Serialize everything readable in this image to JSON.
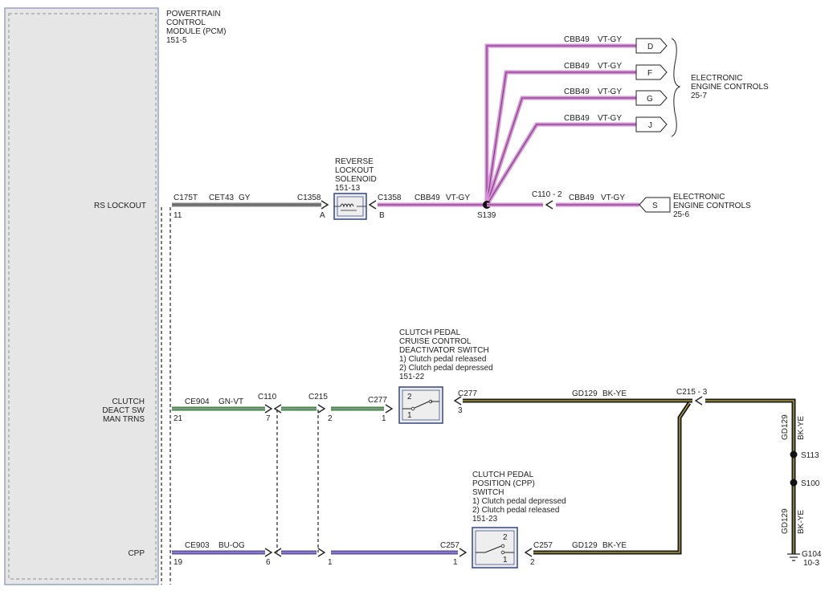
{
  "pcm": {
    "title_lines": [
      "POWERTRAIN",
      "CONTROL",
      "MODULE (PCM)",
      "151-5"
    ],
    "pins": {
      "rs_lockout": "RS LOCKOUT",
      "clutch_lines": [
        "CLUTCH",
        "DEACT SW",
        "MAN TRNS"
      ],
      "cpp": "CPP"
    }
  },
  "rs_lockout_circuit": {
    "pcm_connector": "C175T",
    "pcm_pin": "11",
    "wire": "CET43",
    "wire_color": "GY",
    "solenoid_conn_a": "C1358",
    "pin_a": "A",
    "solenoid_title_lines": [
      "REVERSE",
      "LOCKOUT",
      "SOLENOID",
      "151-13"
    ],
    "solenoid_conn_b": "C1358",
    "pin_b": "B",
    "wire_b": "CBB49",
    "wire_b_color": "VT-GY",
    "splice": "S139",
    "inline_connector": "C110 - 2",
    "wire_s": "CBB49",
    "wire_s_color": "VT-GY",
    "connector_s": "S",
    "eec_s_lines": [
      "ELECTRONIC",
      "ENGINE CONTROLS",
      "25-6"
    ]
  },
  "eec_branches": [
    {
      "wire": "CBB49",
      "color": "VT-GY",
      "pin": "D"
    },
    {
      "wire": "CBB49",
      "color": "VT-GY",
      "pin": "F"
    },
    {
      "wire": "CBB49",
      "color": "VT-GY",
      "pin": "G"
    },
    {
      "wire": "CBB49",
      "color": "VT-GY",
      "pin": "J"
    }
  ],
  "eec_top_lines": [
    "ELECTRONIC",
    "ENGINE CONTROLS",
    "25-7"
  ],
  "clutch_circuit": {
    "wire": "CE904",
    "wire_color": "GN-VT",
    "pcm_pin": "21",
    "c110": "C110",
    "c110_pin": "7",
    "c215": "C215",
    "c215_pin": "2",
    "c277": "C277",
    "c277_pin": "1",
    "switch_title_lines": [
      "CLUTCH PEDAL",
      "CRUISE CONTROL",
      "DEACTIVATOR SWITCH",
      "1) Clutch pedal released",
      "2) Clutch pedal depressed",
      "151-22"
    ],
    "switch_pos_2": "2",
    "switch_pos_1": "1",
    "c277_out": "C277",
    "c277_out_pin": "3",
    "ground_wire": "GD129",
    "ground_color": "BK-YE",
    "c215_3": "C215  -  3"
  },
  "cpp_circuit": {
    "wire": "CE903",
    "wire_color": "BU-OG",
    "pcm_pin": "19",
    "c110_pin": "6",
    "c215_pin": "1",
    "c257": "C257",
    "c257_pin": "1",
    "switch_title_lines": [
      "CLUTCH PEDAL",
      "POSITION (CPP)",
      "SWITCH",
      "1) Clutch pedal depressed",
      "2) Clutch pedal released",
      "151-23"
    ],
    "switch_pos_2": "2",
    "switch_pos_1": "1",
    "c257_out": "C257",
    "c257_out_pin": "2",
    "ground_wire": "GD129",
    "ground_color": "BK-YE"
  },
  "ground": {
    "vert_wire_top": "GD129",
    "vert_color_top": "BK-YE",
    "splice_1": "S113",
    "splice_2": "S100",
    "vert_wire_bot": "GD129",
    "vert_color_bot": "BK-YE",
    "ground_id": "G104",
    "ground_ref": "10-3"
  },
  "colors": {
    "gray_wire": "#808080",
    "violet_gray": "#d98fd9",
    "green_violet": "#3e8a3e",
    "blue_orange": "#5050c8",
    "black_yellow": "#1a1a1a",
    "yellow_stripe": "#e8d84a",
    "component_border": "#5060a8"
  }
}
